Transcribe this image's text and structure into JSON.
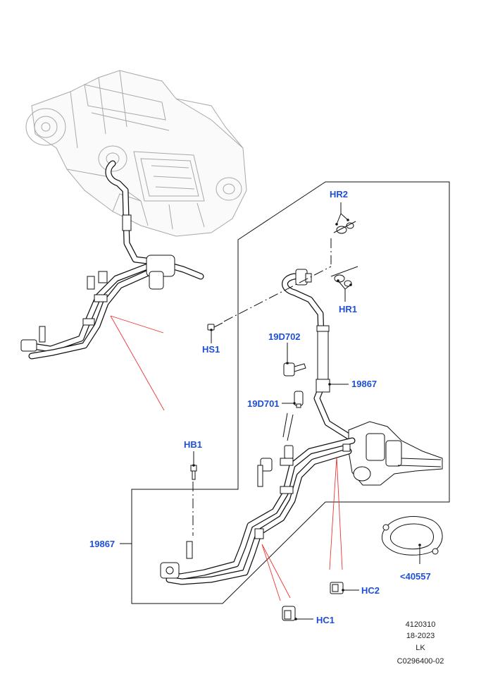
{
  "callouts": {
    "hr2": "HR2",
    "hr1": "HR1",
    "hs1": "HS1",
    "d702": "19D702",
    "d701": "19D701",
    "p19867_right": "19867",
    "hb1": "HB1",
    "p19867_left": "19867",
    "p40557": "<40557",
    "hc2": "HC2",
    "hc1": "HC1"
  },
  "meta": {
    "line1": "4120310",
    "line2": "18-2023",
    "line3": "LK",
    "line4": "C0296400-02"
  },
  "colors": {
    "callout": "#1e4fd6",
    "leader_red": "#e33333",
    "line": "#111111"
  }
}
